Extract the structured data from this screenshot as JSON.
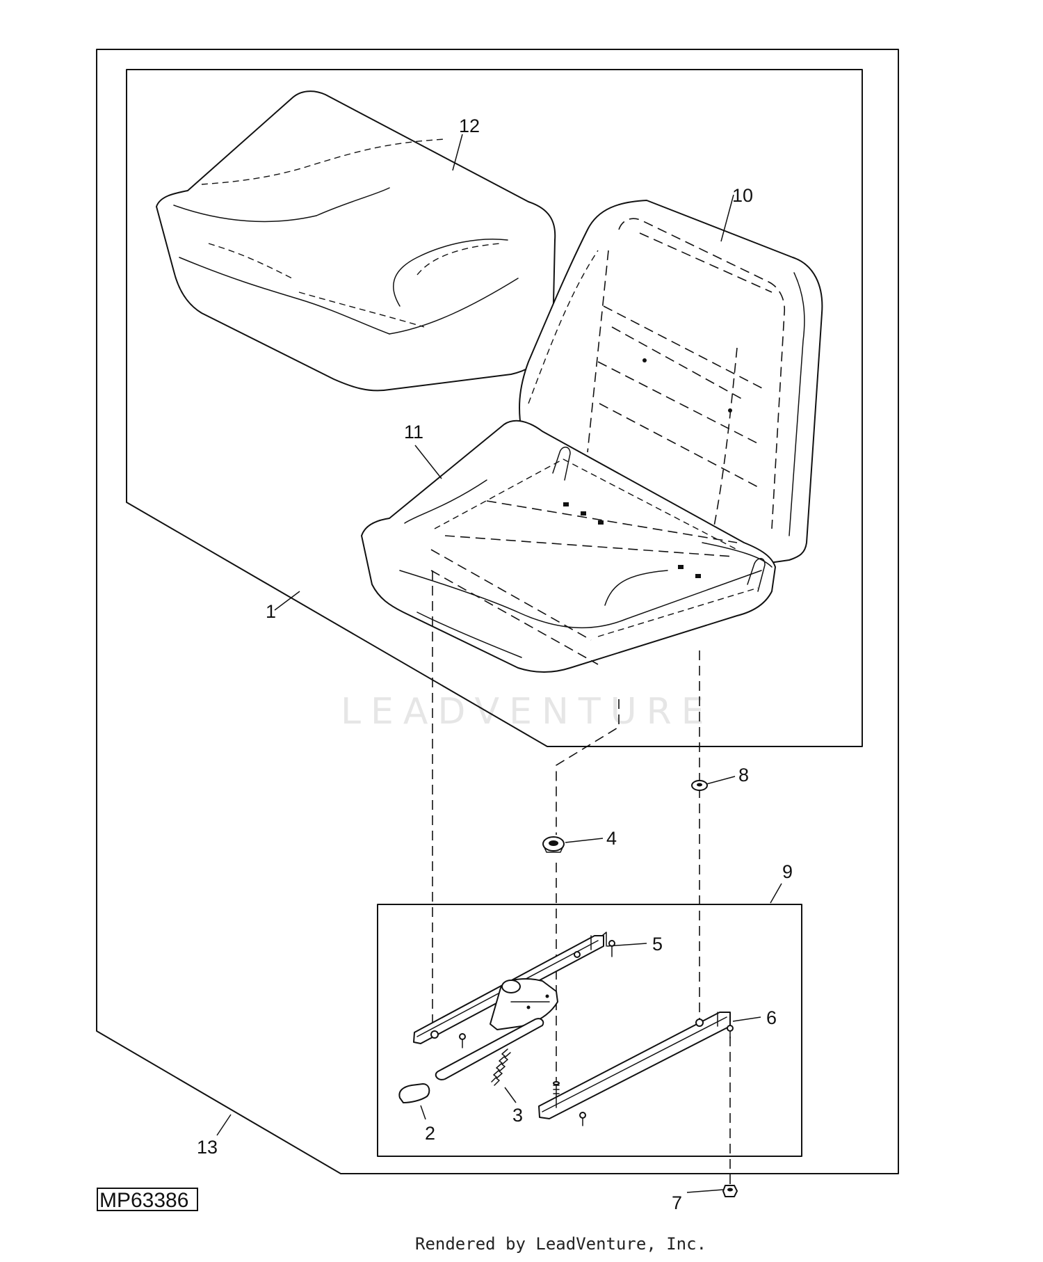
{
  "diagram": {
    "figure_id": "MP63386",
    "footer": "Rendered by LeadVenture, Inc.",
    "watermark": "LEADVENTURE",
    "callouts": {
      "c1": "1",
      "c2": "2",
      "c3": "3",
      "c4": "4",
      "c5": "5",
      "c6": "6",
      "c7": "7",
      "c8": "8",
      "c9": "9",
      "c10": "10",
      "c11": "11",
      "c12": "12",
      "c13": "13"
    }
  }
}
